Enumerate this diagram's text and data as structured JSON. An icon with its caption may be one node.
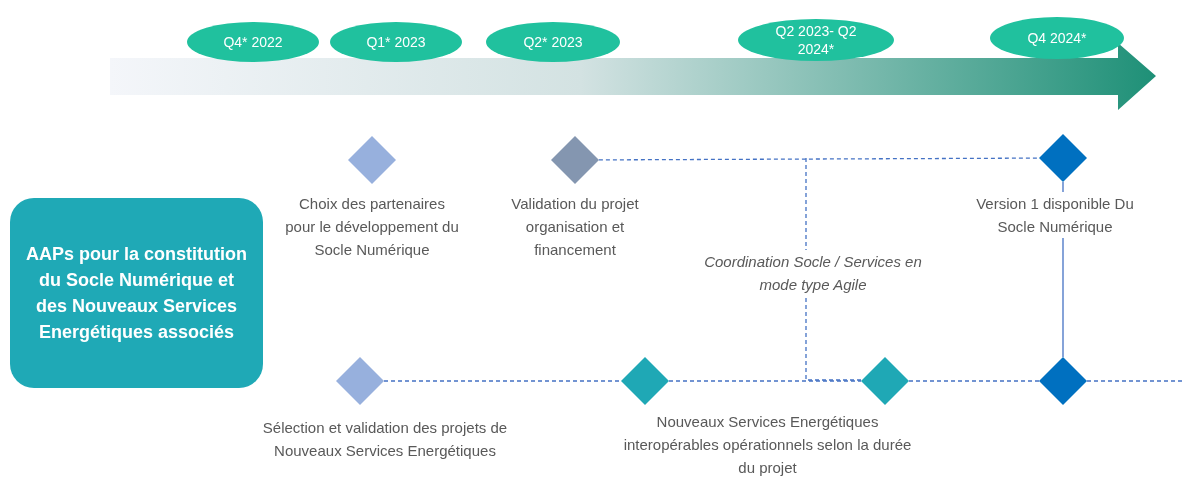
{
  "diagram": {
    "nodes": [
      {
        "text": [
          "AAPs pour la constitution du Socle Numérique et des Nouveaux Services Energétiques associés"
        ]
      },
      {
        "text": [
          "Q4* 2022"
        ]
      },
      {
        "text": [
          "Q1* 2023"
        ]
      },
      {
        "text": [
          "Q2* 2023"
        ]
      },
      {
        "text": [
          "Q2 2023- Q2 2024*"
        ]
      },
      {
        "text": [
          "Q4 2024*"
        ]
      },
      {
        "text": [],
        "shape": "diamond",
        "beside": [
          "Choix des partenaires pour le développement du Socle Numérique"
        ]
      },
      {
        "text": [],
        "shape": "diamond",
        "beside": [
          "Validation du projet organisation et financement"
        ]
      },
      {
        "text": [],
        "shape": "diamond",
        "beside": [
          "Version 1 disponible Du Socle Numérique"
        ]
      },
      {
        "text": [],
        "shape": "diamond",
        "beside": [
          "Sélection et validation des projets de Nouveaux Services Energétiques"
        ]
      },
      {
        "text": [],
        "shape": "diamond"
      },
      {
        "text": [],
        "shape": "diamond"
      },
      {
        "text": [],
        "shape": "diamond"
      }
    ],
    "edges": [
      {
        "from": 7,
        "to": 8,
        "arrow": "none",
        "style": "dashed"
      },
      {
        "from": 8,
        "to": 12,
        "arrow": "none"
      },
      {
        "from": 9,
        "to": 10,
        "arrow": "none",
        "style": "dashed"
      },
      {
        "from": 10,
        "to": 11,
        "arrow": "none",
        "style": "dashed"
      },
      {
        "from": 11,
        "to": 12,
        "arrow": "none",
        "style": "dashed"
      },
      {
        "from": 12,
        "to": null,
        "arrow": "none",
        "style": "dashed"
      }
    ],
    "labels": [
      "Coordination Socle / Services en mode type Agile",
      "Nouveaux Services Energétiques interopérables opérationnels selon la durée du projet"
    ]
  }
}
